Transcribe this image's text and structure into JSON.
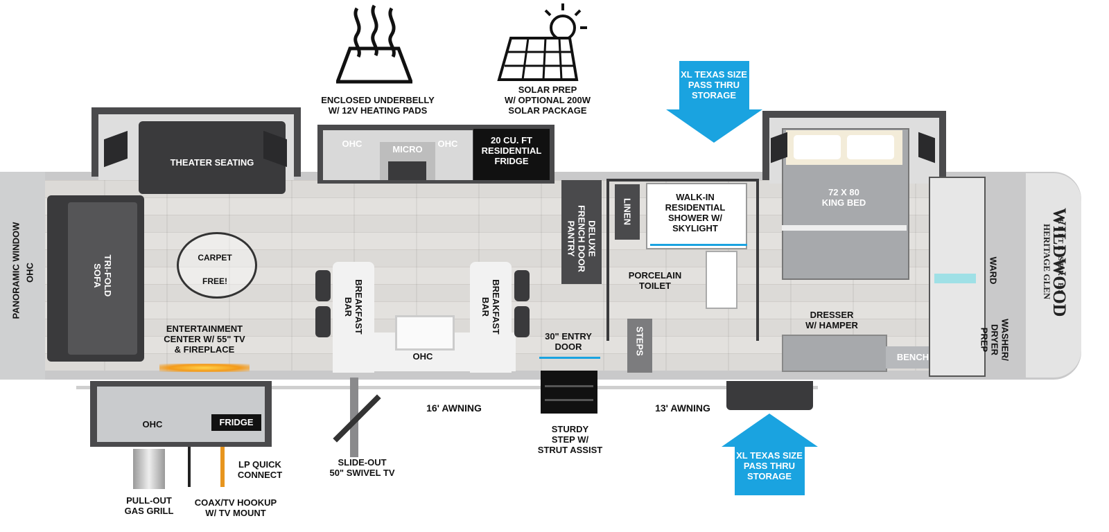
{
  "features": {
    "underbelly": "ENCLOSED UNDERBELLY\nW/ 12V HEATING PADS",
    "solar": "SOLAR PREP\nW/ OPTIONAL 200W\nSOLAR PACKAGE",
    "storage_top": "XL TEXAS SIZE\nPASS THRU\nSTORAGE",
    "storage_bottom": "XL TEXAS SIZE\nPASS THRU\nSTORAGE"
  },
  "rooms": {
    "theater_seating": "THEATER SEATING",
    "panoramic_window": "PANORAMIC WINDOW",
    "ohc_front": "OHC",
    "tri_fold_sofa": "TRI-FOLD\nSOFA",
    "carpet_free": "CARPET\nFREE!",
    "entertainment": "ENTERTAINMENT\nCENTER W/ 55\" TV\n& FIREPLACE",
    "ohc_kitchen_1": "OHC",
    "micro": "MICRO",
    "ohc_kitchen_2": "OHC",
    "fridge": "20 CU. FT\nRESIDENTIAL\nFRIDGE",
    "pantry": "DELUXE\nFRENCH DOOR\nPANTRY",
    "breakfast_bar_left": "BREAKFAST\nBAR",
    "breakfast_bar_right": "BREAKFAST\nBAR",
    "ohc_island": "OHC",
    "entry_door": "30\" ENTRY\nDOOR",
    "linen": "LINEN",
    "shower": "WALK-IN\nRESIDENTIAL\nSHOWER W/\nSKYLIGHT",
    "toilet": "PORCELAIN\nTOILET",
    "steps": "STEPS",
    "king_bed": "72 X 80\nKING BED",
    "dresser": "DRESSER\nW/ HAMPER",
    "bench": "BENCH",
    "ward": "WARD",
    "washer_dryer": "WASHER/\nDRYER\nPREP"
  },
  "exterior": {
    "ohc_outdoor": "OHC",
    "fridge_outdoor": "FRIDGE",
    "awning_16": "16' AWNING",
    "awning_13": "13' AWNING",
    "slide_tv": "SLIDE-OUT\n50\" SWIVEL TV",
    "sturdy_step": "STURDY\nSTEP W/\nSTRUT ASSIST",
    "lp_connect": "LP QUICK\nCONNECT",
    "gas_grill": "PULL-OUT\nGAS GRILL",
    "coax": "COAX/TV HOOKUP\nW/ TV MOUNT"
  },
  "brand": {
    "name": "WILDWOOD",
    "sub": "HERITAGE GLEN",
    "series": "ELITE SERIES"
  },
  "colors": {
    "arrow_blue": "#1aa3e0",
    "floor": "#dcdad7",
    "wall": "#4a4a4c",
    "fireplace": "#f39a1a"
  }
}
